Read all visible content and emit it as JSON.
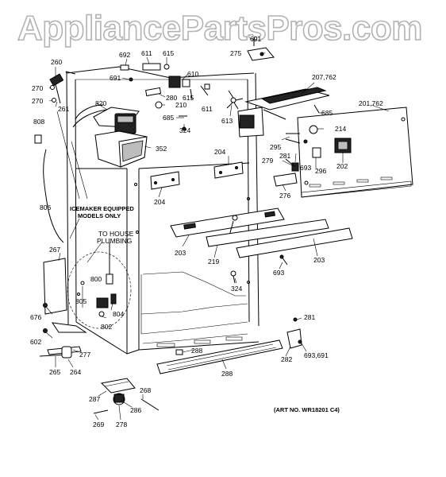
{
  "watermark": {
    "text": "AppliancePartsPros.com"
  },
  "notes": {
    "icemaker": [
      "ICEMAKER EQUIPPED",
      "MODELS ONLY"
    ],
    "plumbing": [
      "TO HOUSE",
      "PLUMBING"
    ],
    "art_no": "(ART NO. WR18201 C4)"
  },
  "labels": {
    "p691_top": "691",
    "p275": "275",
    "p692": "692",
    "p611_top": "611",
    "p615_top": "615",
    "p691_mid": "691",
    "p610": "610",
    "p207": "207,762",
    "p260": "260",
    "p270_a": "270",
    "p270_b": "270",
    "p261": "261",
    "p820": "820",
    "p280": "280",
    "p210": "210",
    "p615_mid": "615",
    "p611_mid": "611",
    "p685_right": "685",
    "p201": "201,762",
    "p685_left": "685",
    "p324_top": "324",
    "p613": "613",
    "p214": "214",
    "p808": "808",
    "p352": "352",
    "p295": "295",
    "p204_right": "204",
    "p281_top": "281",
    "p279": "279",
    "p693_top": "693",
    "p296": "296",
    "p202": "202",
    "p276": "276",
    "p204_left": "204",
    "p806": "806",
    "p267": "267",
    "p203_left": "203",
    "p219": "219",
    "p203_right": "203",
    "p693_mid": "693",
    "p800": "800",
    "p324_bottom": "324",
    "p805": "805",
    "p804": "804",
    "p676": "676",
    "p802": "802",
    "p281_bottom": "281",
    "p602": "602",
    "p277": "277",
    "p288_a": "288",
    "p282": "282",
    "p693_691": "693,691",
    "p265": "265",
    "p264": "264",
    "p288_b": "288",
    "p287": "287",
    "p268": "268",
    "p286": "286",
    "p269": "269",
    "p278": "278"
  }
}
